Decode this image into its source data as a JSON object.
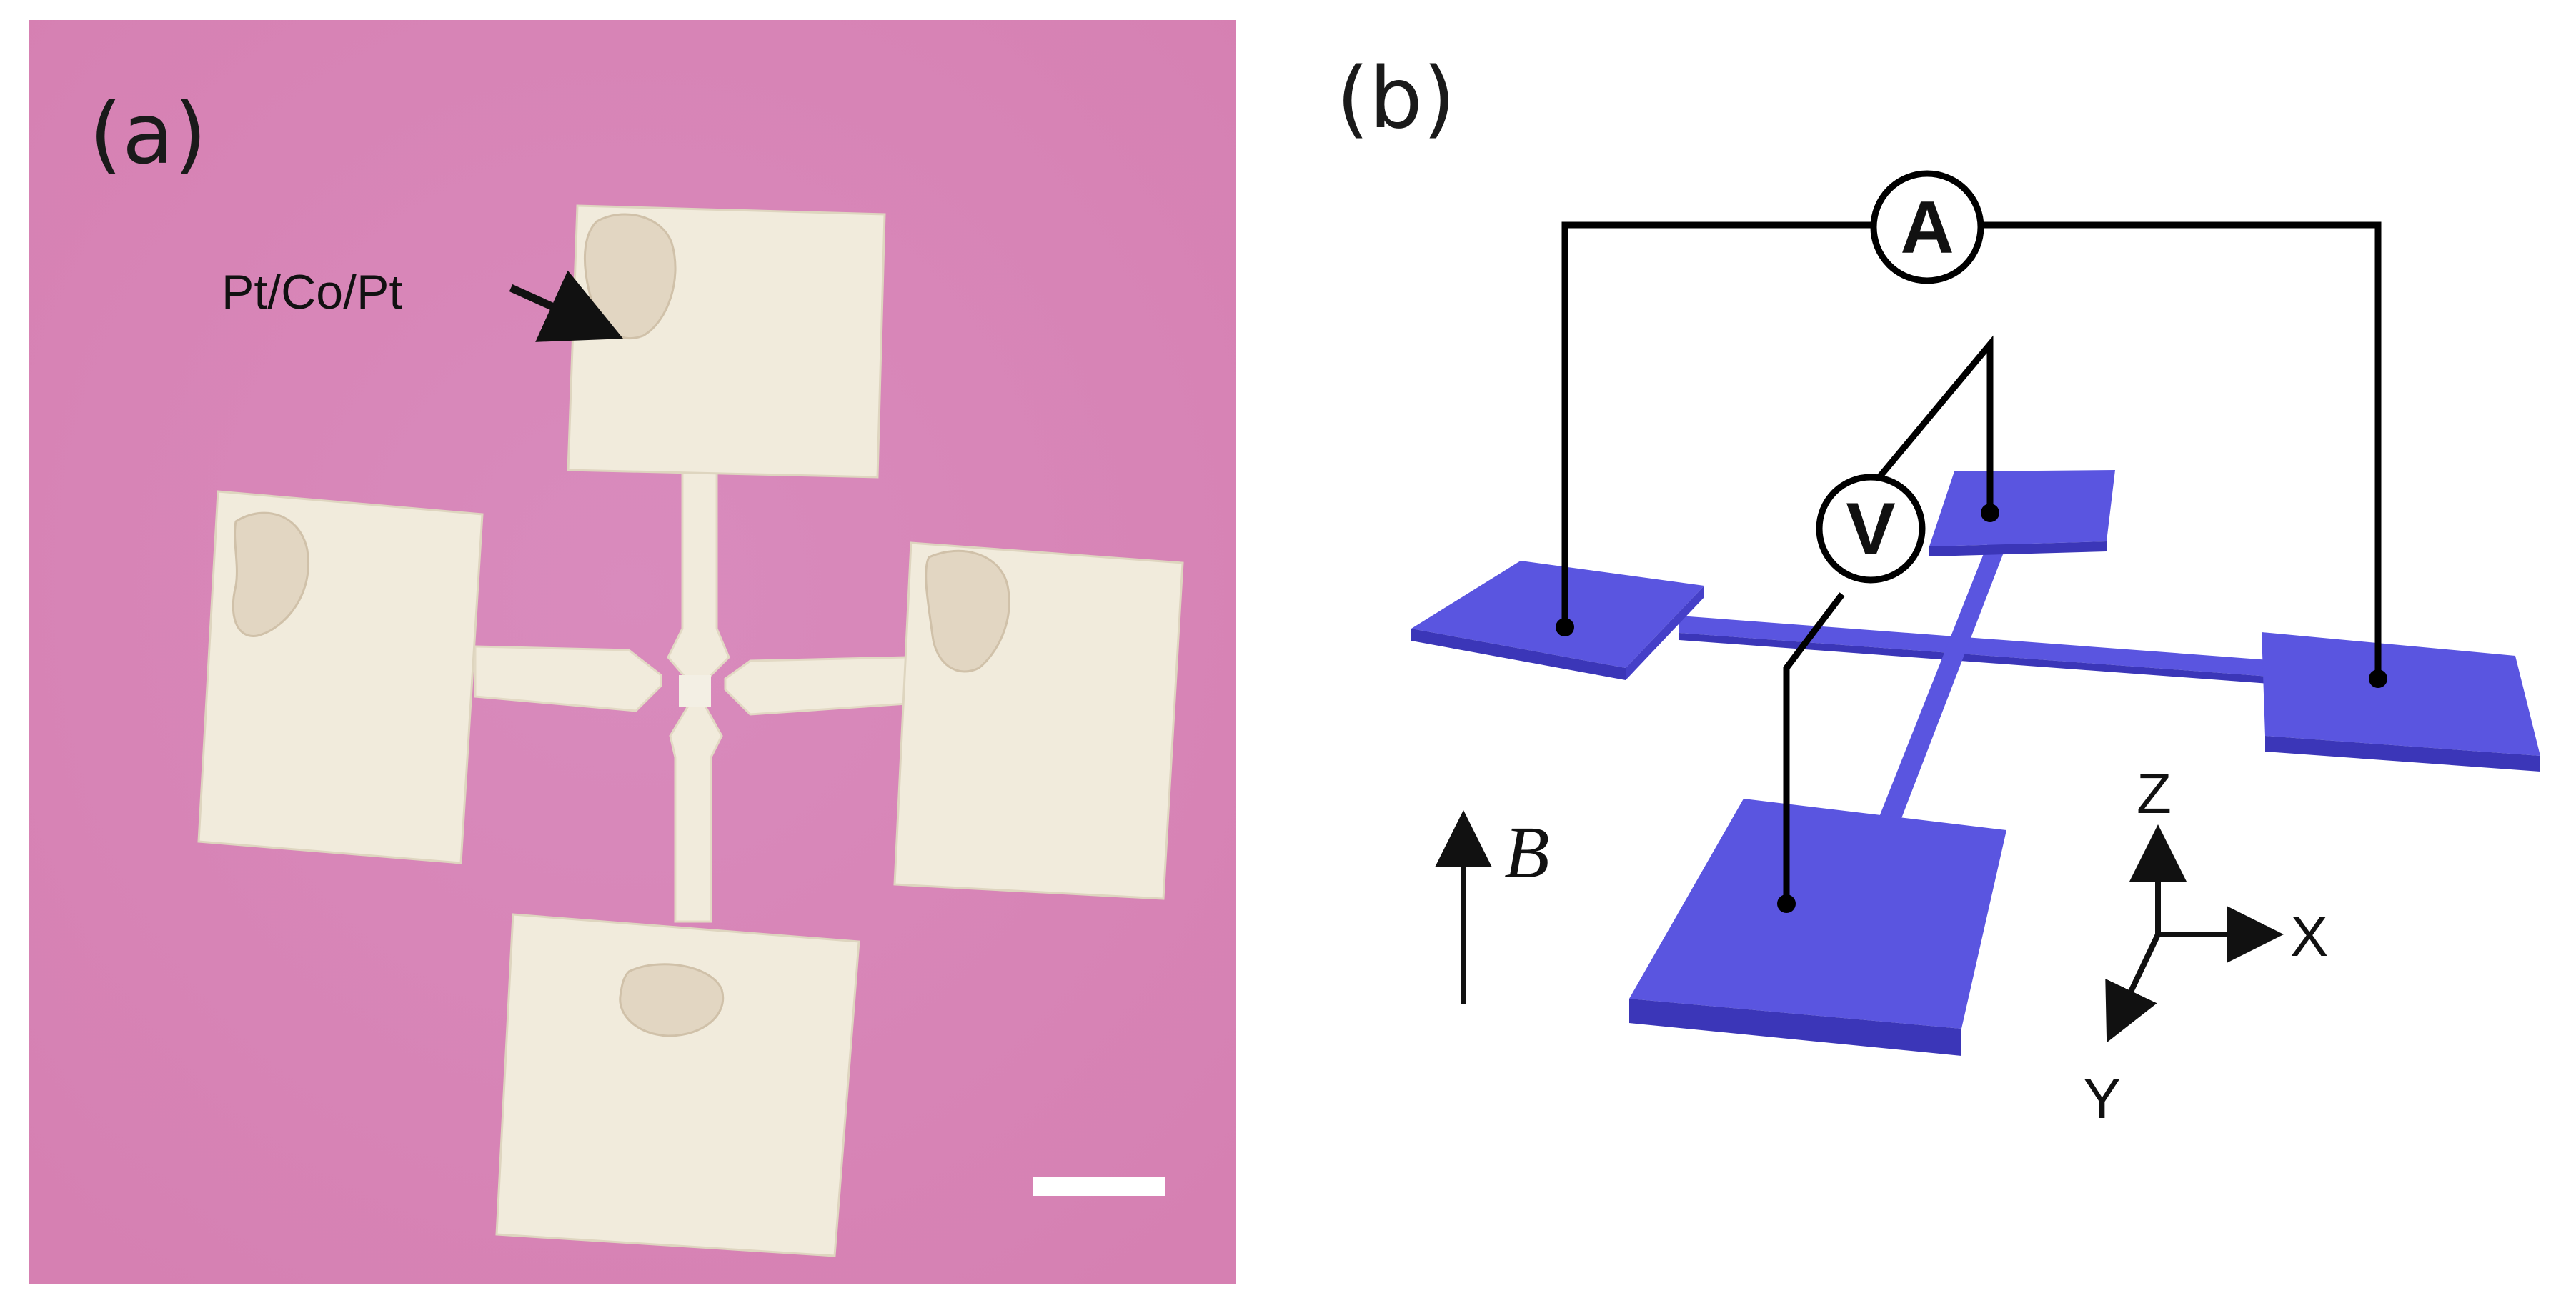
{
  "panels": {
    "a": {
      "label": "(a)",
      "annotation": "Pt/Co/Pt"
    },
    "b": {
      "label": "(b)",
      "ammeter_label": "A",
      "voltmeter_label": "V",
      "field_label": "B",
      "axes": {
        "x": "X",
        "y": "Y",
        "z": "Z"
      }
    }
  },
  "colors": {
    "substrate": "#dd86b9",
    "electrode_film": "#f1ebdc",
    "device_blue": "#5a55e0",
    "device_blue_edge": "#3b36b8",
    "wire": "#000000"
  }
}
